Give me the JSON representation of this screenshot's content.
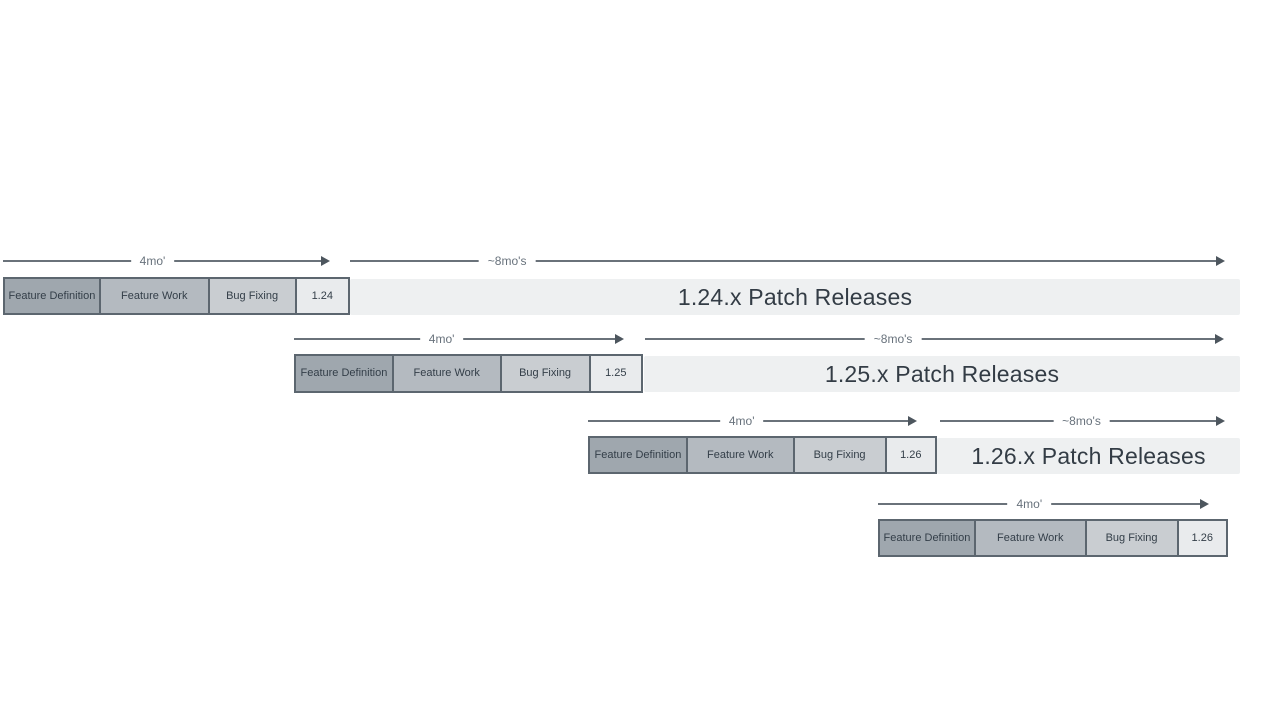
{
  "diagram": {
    "arrow_labels": {
      "four_months": "4mo'",
      "eight_months": "~8mo's"
    },
    "phases": {
      "feature_definition": "Feature Definition",
      "feature_work": "Feature Work",
      "bug_fixing": "Bug Fixing"
    },
    "rows": [
      {
        "version": "1.24",
        "patch_label": "1.24.x Patch Releases"
      },
      {
        "version": "1.25",
        "patch_label": "1.25.x Patch Releases"
      },
      {
        "version": "1.26",
        "patch_label": "1.26.x Patch Releases"
      },
      {
        "version": "1.26",
        "patch_label": ""
      }
    ],
    "colors": {
      "feature_definition": "#9fa7ae",
      "feature_work": "#b4bac0",
      "bug_fixing": "#c9cdd1",
      "version_box": "#e9ebed",
      "patch_bar": "#eef0f1",
      "box_border": "#5c666f",
      "arrow_line": "#6a727a",
      "arrow_label_text": "#68727c",
      "dark_text": "#333e48"
    }
  }
}
